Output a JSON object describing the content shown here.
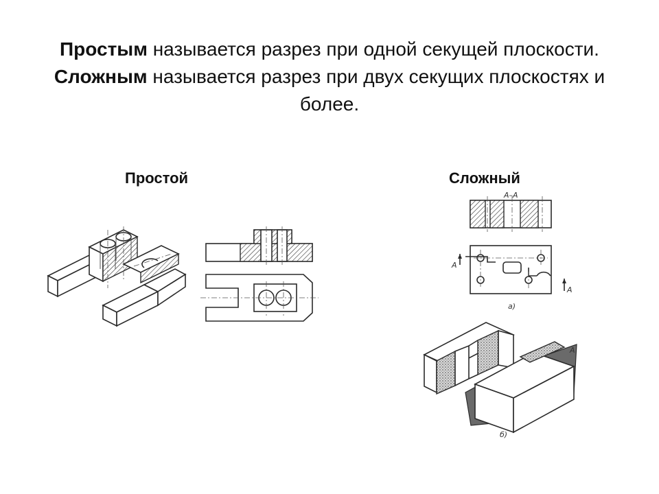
{
  "heading": {
    "line1_bold": "Простым",
    "line1_rest": " называется разрез при одной секущей плоскости.",
    "line2_bold": "Сложным",
    "line2_rest": " называется разрез при двух секущих плоскостях и более."
  },
  "labels": {
    "simple": "Простой",
    "complex": "Сложный"
  },
  "drawing_captions": {
    "section_title": "А–А",
    "cut_mark_left": "А",
    "cut_mark_right": "А",
    "view_a": "а)",
    "view_b": "б)",
    "iso_mark": "А"
  }
}
